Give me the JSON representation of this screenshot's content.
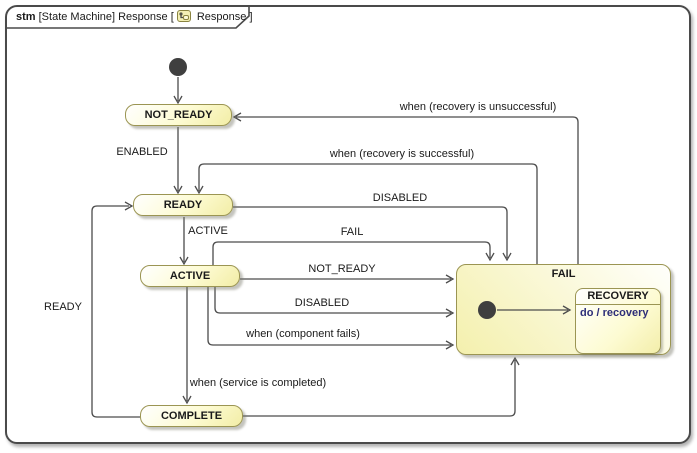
{
  "frame": {
    "keyword": "stm",
    "title_middle": "[State Machine] Response [",
    "diagram_name": "Response",
    "title_close": "]"
  },
  "states": {
    "not_ready": {
      "name": "NOT_READY"
    },
    "ready": {
      "name": "READY"
    },
    "active": {
      "name": "ACTIVE"
    },
    "complete": {
      "name": "COMPLETE"
    },
    "fail": {
      "name": "FAIL"
    },
    "recovery": {
      "name": "RECOVERY",
      "do_activity": "do / recovery"
    }
  },
  "transitions": {
    "enabled": {
      "label": "ENABLED"
    },
    "active": {
      "label": "ACTIVE"
    },
    "ready": {
      "label": "READY"
    },
    "disabled_from_ready": {
      "label": "DISABLED"
    },
    "fail": {
      "label": "FAIL"
    },
    "not_ready": {
      "label": "NOT_READY"
    },
    "disabled_from_active": {
      "label": "DISABLED"
    },
    "component_fails": {
      "label": "when (component fails)"
    },
    "service_completed": {
      "label": "when (service is completed)"
    },
    "recovery_successful": {
      "label": "when (recovery is successful)"
    },
    "recovery_unsuccessful": {
      "label": "when (recovery is unsuccessful)"
    }
  },
  "colors": {
    "state_border": "#9b9553",
    "line": "#4c4c4c",
    "do_activity_text": "#2e2e78",
    "initial_node": "#3f3f3f",
    "frame_border": "#4a4a4a"
  }
}
